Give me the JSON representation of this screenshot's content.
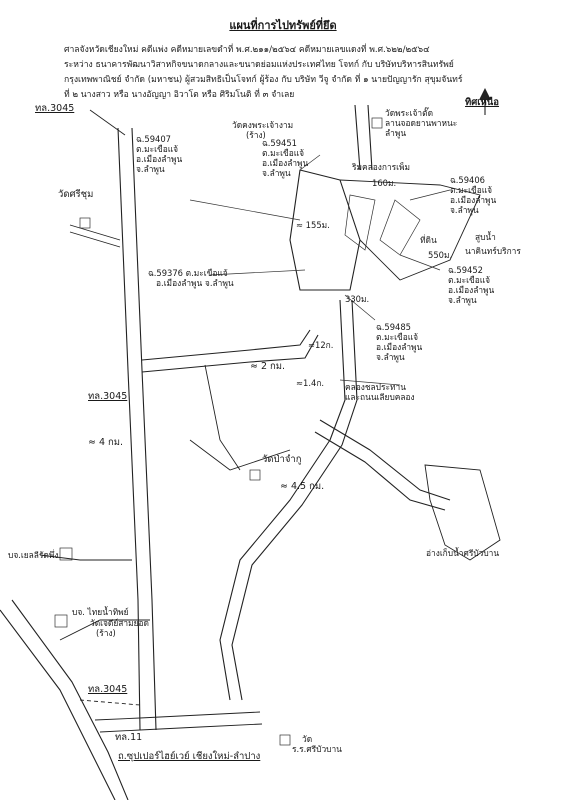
{
  "header": {
    "title": "แผนที่การไปทรัพย์ที่ยึด",
    "line1": "ศาลจังหวัดเชียงใหม่  คดีแพ่ง  คดีหมายเลขดำที่ พ.ศ.๒๑๑/๒๕๖๔   คดีหมายเลขแดงที่ พ.ศ.๖๒๒/๒๕๖๔",
    "line2": "ระหว่าง ธนาคารพัฒนาวิสาหกิจขนาดกลางและขนาดย่อมแห่งประเทศไทย  โจทก์  กับ   บริษัทบริหารสินทรัพย์",
    "line3": "กรุงเทพพาณิชย์ จำกัด (มหาชน) ผู้สวมสิทธิเป็นโจทก์ ผู้ร้อง กับ บริษัท วีจู จำกัด ที่ ๑ นายปัญญารัก สุขุมจันทร์",
    "line4": "ที่ ๒ นางสาว หรือ นางอัญญา อิวาโต หรือ ศิริมโนติ ที่ ๓      จำเลย"
  },
  "map": {
    "north_label": "ทิศเหนือ",
    "labels": {
      "road_3045_top": "ทล.3045",
      "road_3045_mid": "ทล.3045",
      "road_3045_bottom": "ทล.3045",
      "road_11": "ทล.11",
      "plot_59407": [
        "ฉ.59407",
        "ต.มะเขือแจ้",
        "อ.เมืองลำพูน",
        "จ.ลำพูน"
      ],
      "plot_59451": [
        "ฉ.59451",
        "ต.มะเขือแจ้",
        "อ.เมืองลำพูน",
        "จ.ลำพูน"
      ],
      "plot_59406": [
        "ฉ.59406",
        "ต.มะเขือแจ้",
        "อ.เมืองลำพูน",
        "จ.ลำพูน"
      ],
      "plot_59376": [
        "ฉ.59376 ต.มะเขือแจ้",
        "อ.เมืองลำพูน จ.ลำพูน"
      ],
      "plot_59452": [
        "ฉ.59452",
        "ต.มะเขือแจ้",
        "อ.เมืองลำพูน",
        "จ.ลำพูน"
      ],
      "plot_59485": [
        "ฉ.59485",
        "ต.มะเขือแจ้",
        "อ.เมืองลำพูน",
        "จ.ลำพูน"
      ],
      "wat_kongpra": [
        "วัดคงพระเจ้างาม",
        "(ร้าง)"
      ],
      "wat_top": [
        "วัดพระเจ้าตั๊ด",
        "ลานจอดยานพาหนะ",
        "ลำพูน"
      ],
      "rim_kong": "ริมคลองการเพ็ม",
      "wat_sichum": "วัดศรีชุม",
      "sub_dam": "สูบน้ำ",
      "nakhon": "นาคินทร์บริการ",
      "wat_pa_chak": "วัดป่าจำกู",
      "dist_2km": "≈ 2 กม.",
      "dist_4km": "≈ 4 กม.",
      "dist_45km": "≈ 4.5 กม.",
      "dist_155m": "≈ 155ม.",
      "dist_160m": "160ม.",
      "dist_550m": "550ม.",
      "dist_330m": "330ม.",
      "dist_12": "≈12ก.",
      "dist_1a": "≈1.4ก.",
      "canal_irrigation": [
        "คลองชลประทาน",
        "และถนนเลียบคลอง"
      ],
      "reservoir": "อ่างเก็บน้ำศรีบัวบาน",
      "bj_yellow": "บจ.เยลลีรัดพึ่ง",
      "bj_thai": "บจ. ไทยน้ำทิพย์",
      "wat_jed_yod": [
        "วัดเจดีย์สามยอด",
        "(ร้าง)"
      ],
      "superhighway": "ถ.ซุปเปอร์ไฮย์เวย์ เชียงใหม่-ลำปาง",
      "wat_sri_bua": [
        "วัด",
        "ร.ร.ศรีบัวบาน"
      ],
      "plot_here": "ที่ดิน"
    }
  }
}
